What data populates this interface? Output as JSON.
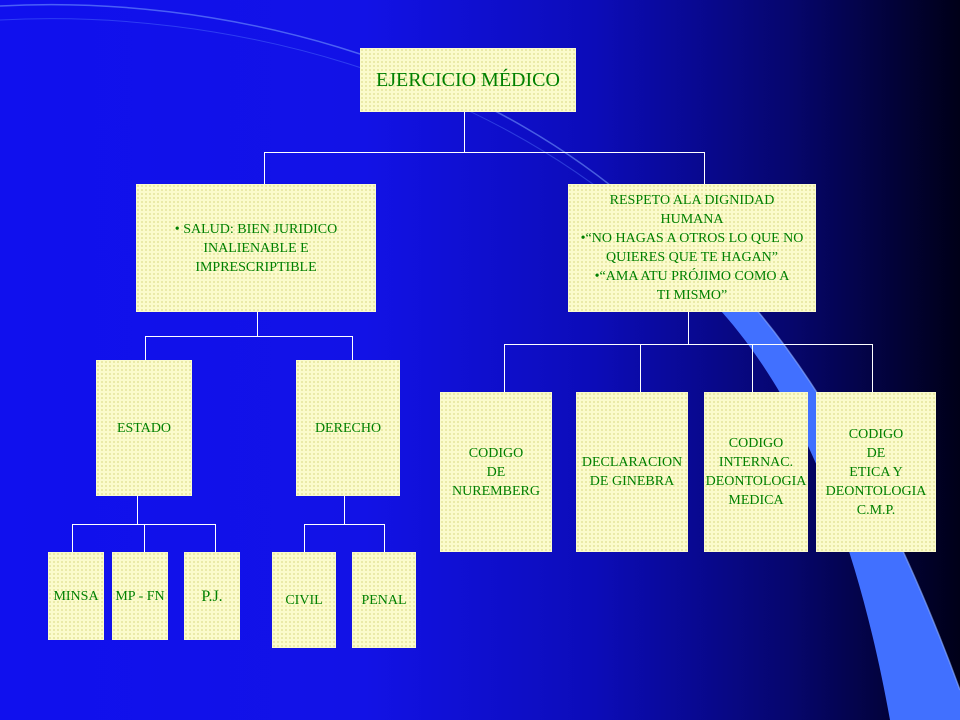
{
  "colors": {
    "box_fill": "#fbfbcc",
    "text": "#008000",
    "connector": "#ffffff",
    "accent_band": "#3e6eff"
  },
  "root": {
    "label": "EJERCICIO MÉDICO"
  },
  "left": {
    "label": "• SALUD: BIEN JURIDICO\nINALIENABLE E\nIMPRESCRIPTIBLE",
    "children": {
      "estado": {
        "label": "ESTADO",
        "children": [
          "MINSA",
          "MP - FN",
          "P.J."
        ]
      },
      "derecho": {
        "label": "DERECHO",
        "children": [
          "CIVIL",
          "PENAL"
        ]
      }
    }
  },
  "right": {
    "label": "RESPETO ALA DIGNIDAD\nHUMANA\n•“NO HAGAS A OTROS LO QUE NO\nQUIERES QUE TE HAGAN”\n•“AMA ATU PRÓJIMO COMO A\nTI MISMO”",
    "children": [
      "CODIGO\nDE\nNUREMBERG",
      "DECLARACION\nDE GINEBRA",
      "CODIGO\nINTERNAC.\nDEONTOLOGIA\nMEDICA",
      "CODIGO\nDE\nETICA Y\nDEONTOLOGIA\nC.M.P."
    ]
  }
}
